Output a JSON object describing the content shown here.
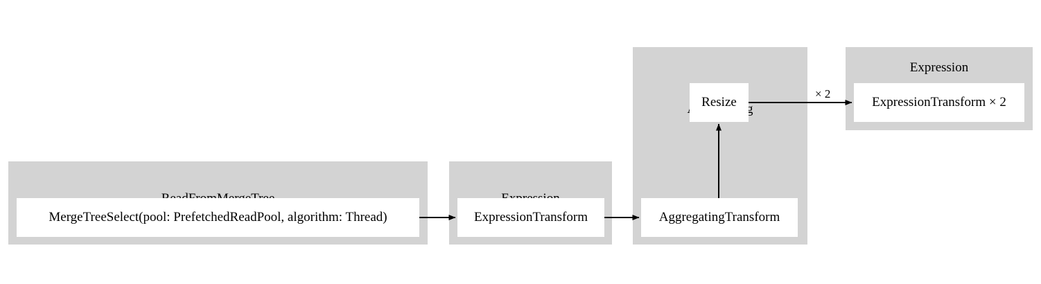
{
  "diagram": {
    "type": "query-pipeline-graph",
    "background_color": "#ffffff",
    "cluster_color": "#d3d3d3",
    "node_color": "#ffffff",
    "edge_color": "#000000",
    "clusters": [
      {
        "id": "read_from_merge_tree",
        "title": "ReadFromMergeTree",
        "node_label": "MergeTreeSelect(pool: PrefetchedReadPool, algorithm: Thread)"
      },
      {
        "id": "expression_1",
        "title": "Expression",
        "node_label": "ExpressionTransform"
      },
      {
        "id": "aggregating",
        "title": "Aggregating",
        "node_label_top": "Resize",
        "node_label_bottom": "AggregatingTransform"
      },
      {
        "id": "expression_2",
        "title": "Expression",
        "node_label": "ExpressionTransform × 2"
      }
    ],
    "edges": [
      {
        "id": "e1",
        "from": "MergeTreeSelect(pool: PrefetchedReadPool, algorithm: Thread)",
        "to": "ExpressionTransform",
        "label": ""
      },
      {
        "id": "e2",
        "from": "ExpressionTransform",
        "to": "AggregatingTransform",
        "label": ""
      },
      {
        "id": "e3",
        "from": "AggregatingTransform",
        "to": "Resize",
        "label": ""
      },
      {
        "id": "e4",
        "from": "Resize",
        "to": "ExpressionTransform × 2",
        "label": "× 2"
      }
    ]
  }
}
